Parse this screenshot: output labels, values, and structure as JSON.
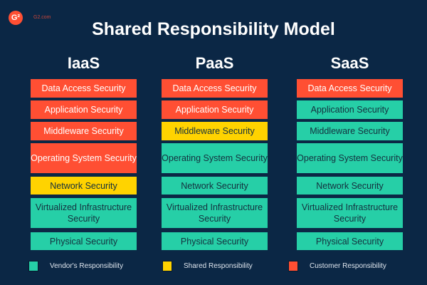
{
  "brand": {
    "logo": "G²",
    "site": "G2.com"
  },
  "title": "Shared Responsibility Model",
  "colors": {
    "vendor": "#26cfa7",
    "shared": "#ffd300",
    "customer": "#ff4f33",
    "background": "#0b2745"
  },
  "columns": [
    {
      "name": "IaaS",
      "rows": [
        {
          "label": "Data Access Security",
          "owner": "customer"
        },
        {
          "label": "Application Security",
          "owner": "customer"
        },
        {
          "label": "Middleware Security",
          "owner": "customer"
        },
        {
          "label": "Operating System Security",
          "owner": "customer"
        },
        {
          "label": "Network Security",
          "owner": "shared"
        },
        {
          "label": "Virtualized Infrastructure Security",
          "owner": "vendor"
        },
        {
          "label": "Physical Security",
          "owner": "vendor"
        }
      ]
    },
    {
      "name": "PaaS",
      "rows": [
        {
          "label": "Data Access Security",
          "owner": "customer"
        },
        {
          "label": "Application Security",
          "owner": "customer"
        },
        {
          "label": "Middleware Security",
          "owner": "shared"
        },
        {
          "label": "Operating System Security",
          "owner": "vendor"
        },
        {
          "label": "Network Security",
          "owner": "vendor"
        },
        {
          "label": "Virtualized Infrastructure Security",
          "owner": "vendor"
        },
        {
          "label": "Physical Security",
          "owner": "vendor"
        }
      ]
    },
    {
      "name": "SaaS",
      "rows": [
        {
          "label": "Data Access Security",
          "owner": "customer"
        },
        {
          "label": "Application Security",
          "owner": "vendor"
        },
        {
          "label": "Middleware Security",
          "owner": "vendor"
        },
        {
          "label": "Operating System Security",
          "owner": "vendor"
        },
        {
          "label": "Network Security",
          "owner": "vendor"
        },
        {
          "label": "Virtualized Infrastructure Security",
          "owner": "vendor"
        },
        {
          "label": "Physical Security",
          "owner": "vendor"
        }
      ]
    }
  ],
  "legend": [
    {
      "label": "Vendor's Responsibility",
      "owner": "vendor"
    },
    {
      "label": "Shared Responsibility",
      "owner": "shared"
    },
    {
      "label": "Customer Responsibility",
      "owner": "customer"
    }
  ]
}
